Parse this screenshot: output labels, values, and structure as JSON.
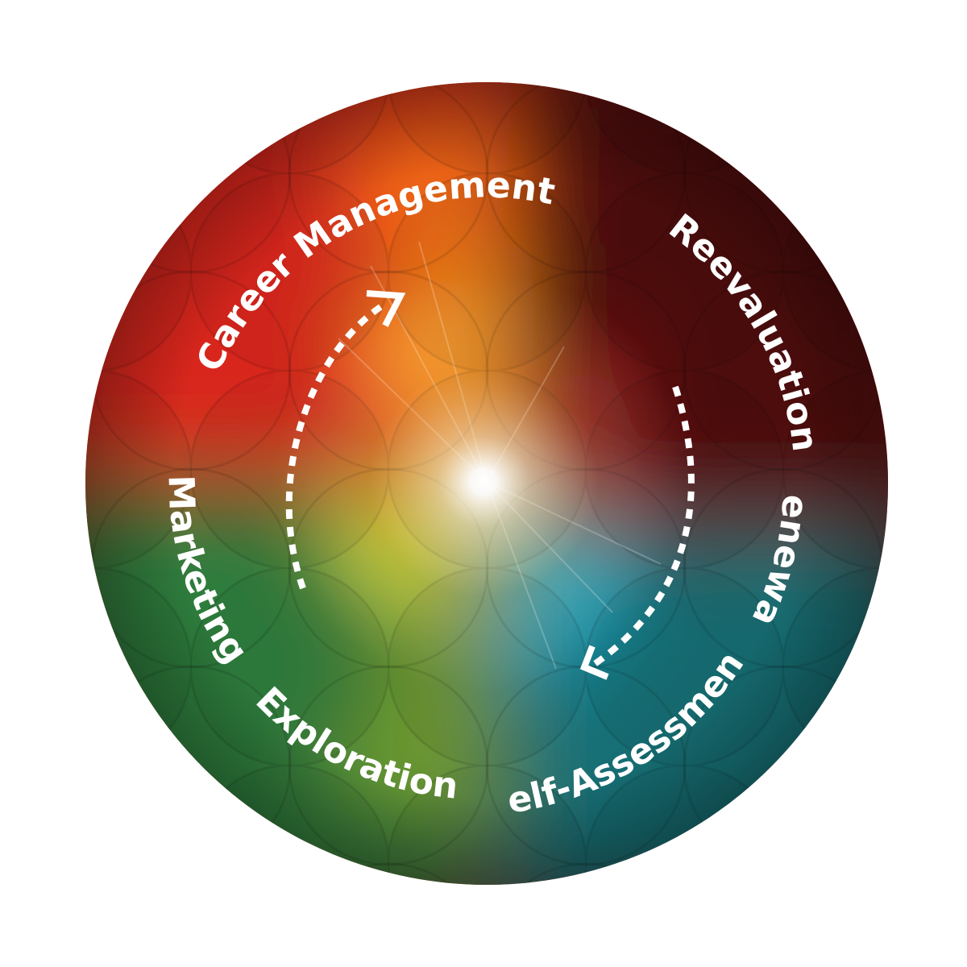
{
  "diagram": {
    "stages": [
      {
        "label": "Career Management",
        "color": "#d9261e"
      },
      {
        "label": "Reevaluation",
        "color": "#5a0b0b"
      },
      {
        "label": "Renewal",
        "color": "#1a5f5c"
      },
      {
        "label": "Self-Assessment",
        "color": "#14717a"
      },
      {
        "label": "Exploration",
        "color": "#5a8a2a"
      },
      {
        "label": "Marketing",
        "color": "#2f7a3e"
      }
    ],
    "arrows": {
      "color": "#ffffff",
      "style": "dotted"
    }
  }
}
